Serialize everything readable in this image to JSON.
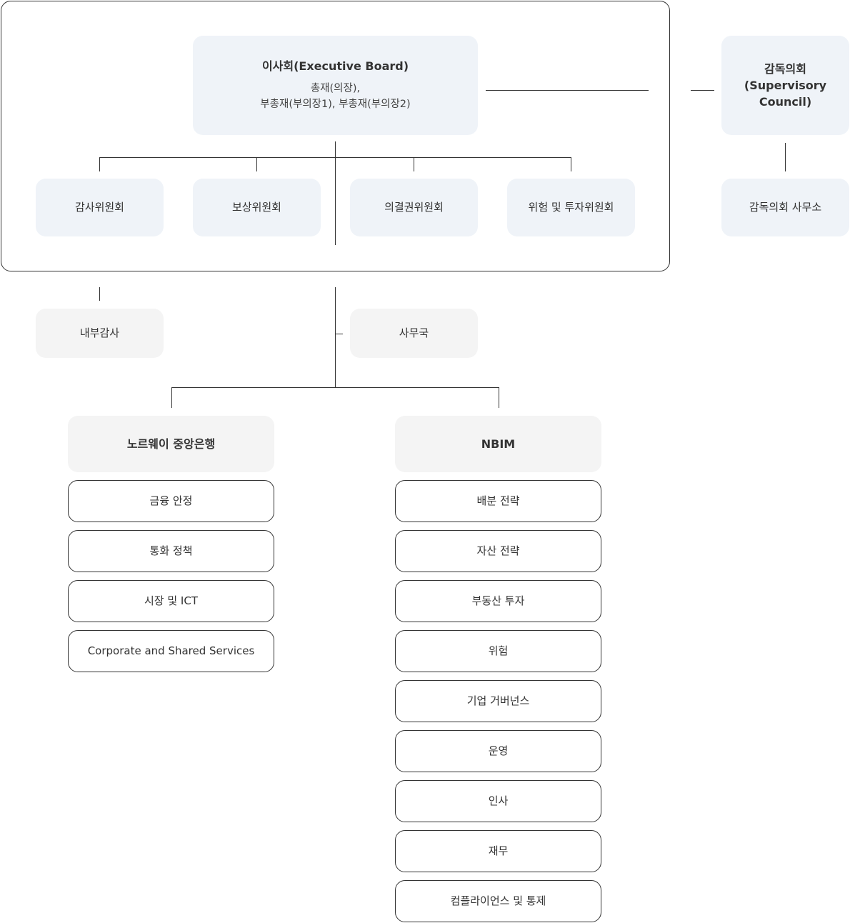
{
  "executive_board": {
    "title": "이사회(Executive Board)",
    "members_line1": "총재(의장),",
    "members_line2": "부총재(부의장1), 부총재(부의장2)"
  },
  "supervisory_council": {
    "title_line1": "감독의회",
    "title_line2": "(Supervisory",
    "title_line3": "Council)",
    "office": "감독의회 사무소"
  },
  "committees": [
    "감사위원회",
    "보상위원회",
    "의결권위원회",
    "위험 및 투자위원회"
  ],
  "internal_audit": "내부감사",
  "secretariat": "사무국",
  "central_bank": {
    "title": "노르웨이 중앙은행",
    "departments": [
      "금융 안정",
      "통화 정책",
      "시장 및 ICT",
      "Corporate and Shared Services"
    ]
  },
  "nbim": {
    "title": "NBIM",
    "departments": [
      "배분 전략",
      "자산 전략",
      "부동산 투자",
      "위험",
      "기업 거버넌스",
      "운영",
      "인사",
      "재무",
      "컴플라이언스 및 통제"
    ]
  }
}
